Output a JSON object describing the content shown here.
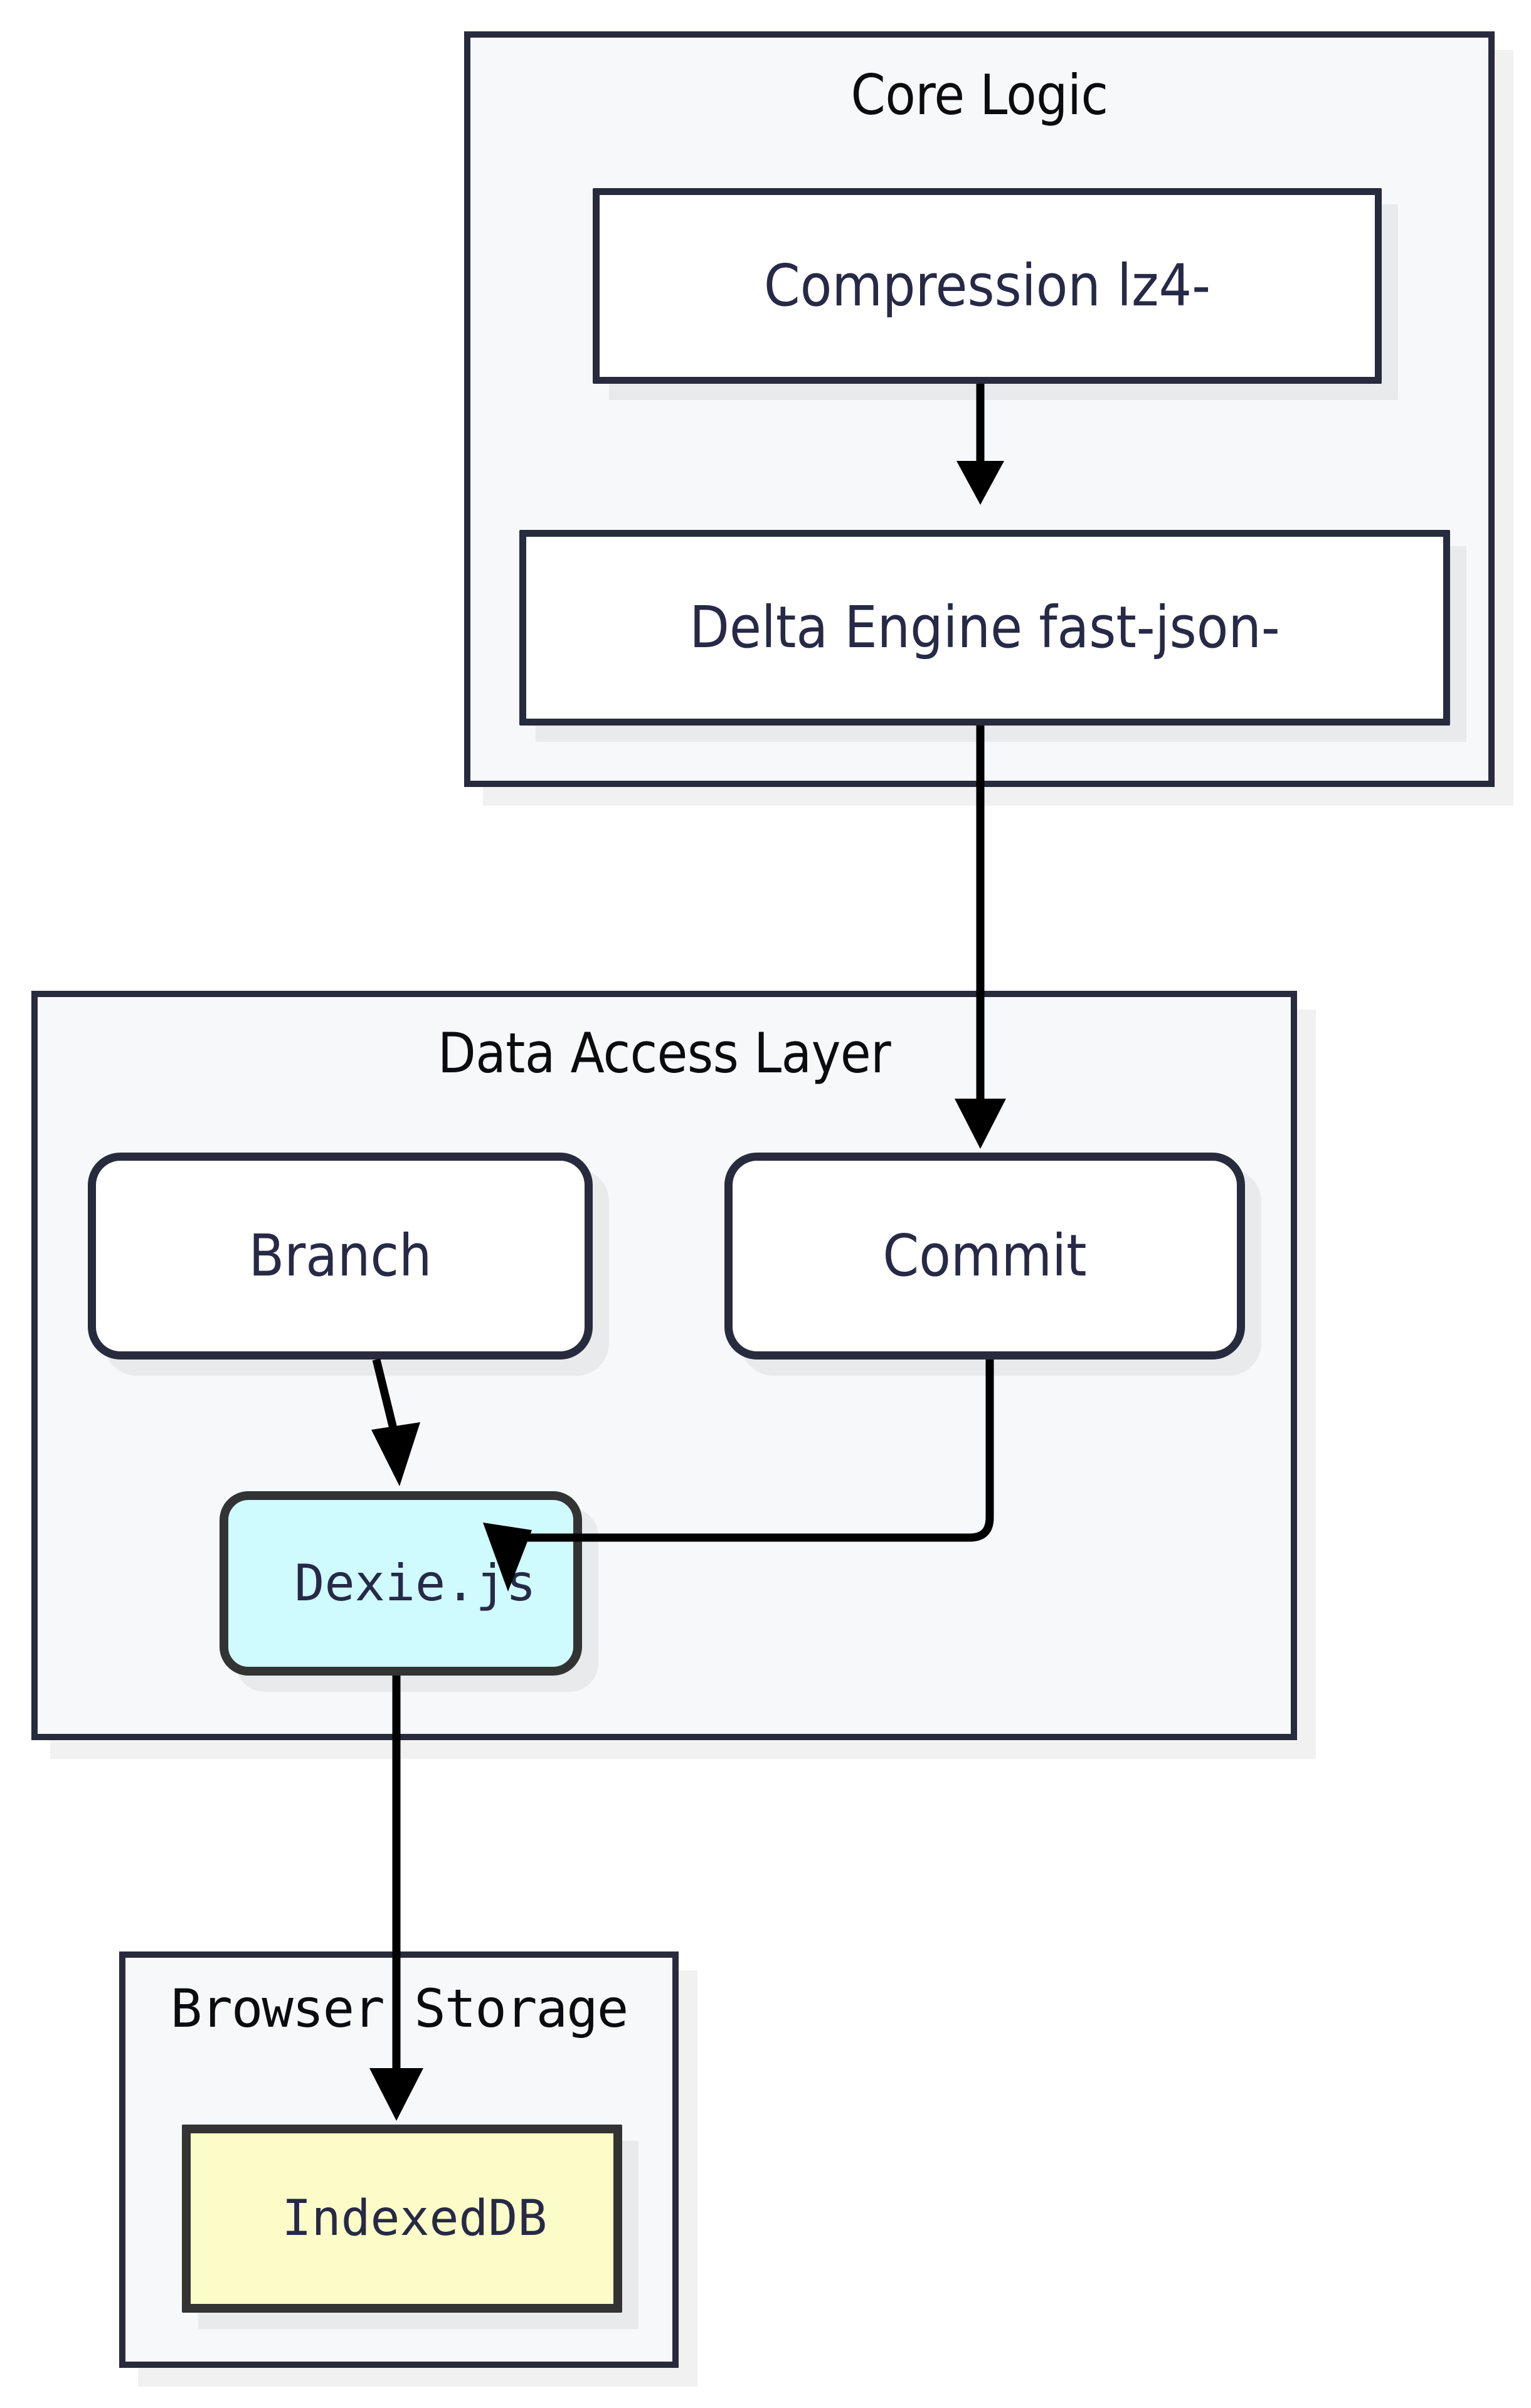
{
  "diagram": {
    "type": "flowchart",
    "direction": "top-down",
    "background_color": "#ffffff",
    "cluster_fill": "#f7f8fa",
    "cluster_border": "#282a3e",
    "edge_color": "#000000",
    "clusters": [
      {
        "id": "core-logic",
        "title": "Core Logic",
        "nodes": [
          "compression",
          "delta-engine"
        ]
      },
      {
        "id": "data-access-layer",
        "title": "Data Access Layer",
        "nodes": [
          "branch",
          "commit",
          "dexie"
        ]
      },
      {
        "id": "browser-storage",
        "title": "Browser Storage",
        "nodes": [
          "indexeddb"
        ]
      }
    ],
    "nodes": [
      {
        "id": "compression",
        "label": "Compression lz4-",
        "shape": "rectangle",
        "fill": "#ffffff",
        "border": "#282a3e"
      },
      {
        "id": "delta-engine",
        "label": "Delta Engine fast-json-",
        "shape": "rectangle",
        "fill": "#ffffff",
        "border": "#282a3e"
      },
      {
        "id": "branch",
        "label": "Branch",
        "shape": "rounded",
        "fill": "#ffffff",
        "border": "#282a3e"
      },
      {
        "id": "commit",
        "label": "Commit",
        "shape": "rounded",
        "fill": "#ffffff",
        "border": "#282a3e"
      },
      {
        "id": "dexie",
        "label": "Dexie.js",
        "shape": "rounded",
        "fill": "#cffafe",
        "border": "#333333"
      },
      {
        "id": "indexeddb",
        "label": "IndexedDB",
        "shape": "rectangle",
        "fill": "#fcfcc8",
        "border": "#333333"
      }
    ],
    "edges": [
      {
        "from": "compression",
        "to": "delta-engine",
        "arrow": "open"
      },
      {
        "from": "delta-engine",
        "to": "commit",
        "arrow": "open"
      },
      {
        "from": "branch",
        "to": "dexie",
        "arrow": "open"
      },
      {
        "from": "commit",
        "to": "dexie",
        "arrow": "open"
      },
      {
        "from": "dexie",
        "to": "indexeddb",
        "arrow": "open"
      }
    ]
  }
}
